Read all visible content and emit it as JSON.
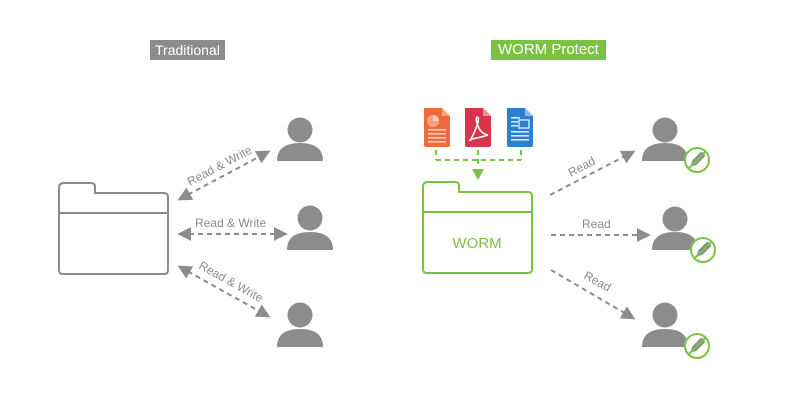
{
  "titles": {
    "traditional": "Traditional",
    "worm": "WORM Protect"
  },
  "traditional": {
    "links": [
      {
        "label": "Read & Write"
      },
      {
        "label": "Read & Write"
      },
      {
        "label": "Read & Write"
      }
    ]
  },
  "worm": {
    "folder_label": "WORM",
    "files": [
      "presentation-file-icon",
      "pdf-file-icon",
      "document-file-icon"
    ],
    "links": [
      {
        "label": "Read"
      },
      {
        "label": "Read"
      },
      {
        "label": "Read"
      }
    ]
  },
  "colors": {
    "gray": "#8c8c8c",
    "green": "#7cc242",
    "orange": "#ee6a3c",
    "red": "#d9344a",
    "blue": "#2f7fd0"
  }
}
